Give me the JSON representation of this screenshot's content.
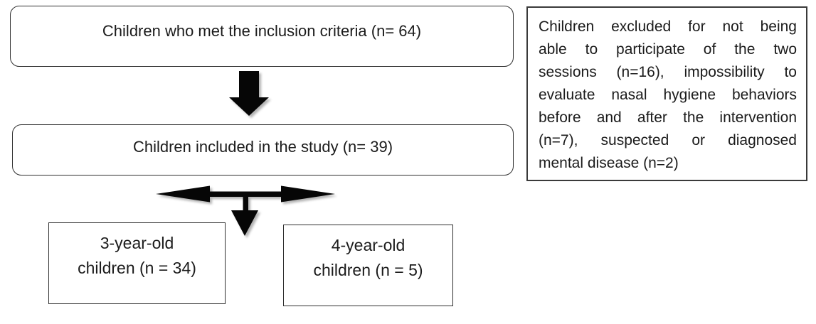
{
  "diagram": {
    "title": "study-inclusion-flowchart",
    "top_box": {
      "label": "Children who met the inclusion criteria (n= 64)"
    },
    "included_box": {
      "label": "Children included in the study (n= 39)"
    },
    "exclusion_box": {
      "lines": [
        "Children excluded for not being",
        "able to participate of the two",
        "sessions (n=16), impossibility to",
        "evaluate nasal hygiene behaviors",
        "before and after the intervention",
        "(n=7), suspected or diagnosed",
        "mental disease (n=2)"
      ]
    },
    "branch_boxes": [
      {
        "lines": [
          "3-year-old",
          "children (n = 34)"
        ]
      },
      {
        "lines": [
          "4-year-old",
          "children (n = 5)"
        ]
      }
    ],
    "icons": {
      "down_arrow": "thick-block-arrow-down",
      "branch_arrow": "left-right-down-branch-arrow"
    }
  },
  "colors": {
    "background": "#ffffff",
    "text": "#1b1b1b",
    "box_border": "#2f2f2f",
    "exclusion_border": "#3a3a3a",
    "arrow_fill": "#060606",
    "arrow_shadow": "#b3b3b3"
  }
}
